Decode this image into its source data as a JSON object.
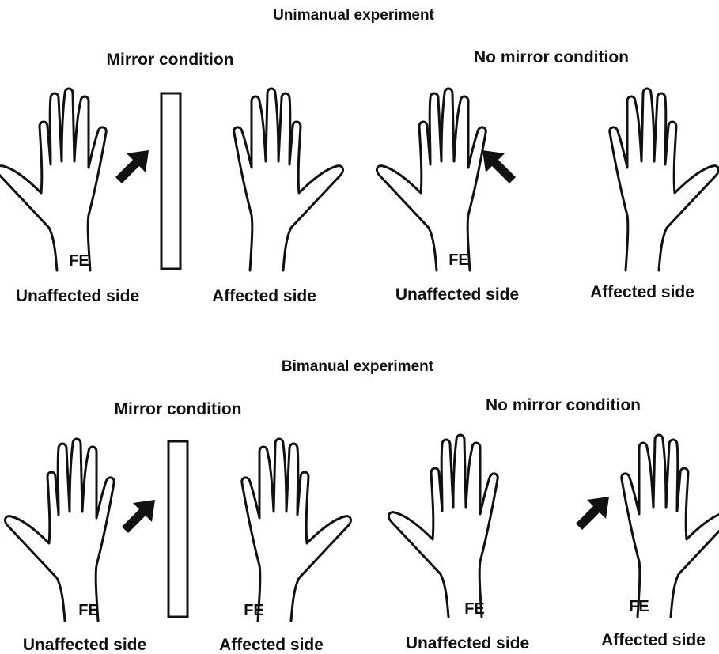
{
  "sections": [
    {
      "title": "Unimanual experiment",
      "conditions": [
        {
          "title": "Mirror condition",
          "mirror": true,
          "left_hand": {
            "label": "Unaffected side",
            "tag": "FE",
            "arrow": true
          },
          "right_hand": {
            "label": "Affected side",
            "tag": "",
            "arrow": false
          }
        },
        {
          "title": "No mirror condition",
          "mirror": false,
          "left_hand": {
            "label": "Unaffected side",
            "tag": "FE",
            "arrow": true
          },
          "right_hand": {
            "label": "Affected side",
            "tag": "",
            "arrow": false
          }
        }
      ]
    },
    {
      "title": "Bimanual experiment",
      "conditions": [
        {
          "title": "Mirror condition",
          "mirror": true,
          "left_hand": {
            "label": "Unaffected side",
            "tag": "FE",
            "arrow": true
          },
          "right_hand": {
            "label": "Affected side",
            "tag": "FE",
            "arrow": false
          }
        },
        {
          "title": "No mirror condition",
          "mirror": false,
          "left_hand": {
            "label": "Unaffected side",
            "tag": "FE",
            "arrow": false
          },
          "right_hand": {
            "label": "Affected side",
            "tag": "FE",
            "arrow": true
          }
        }
      ]
    }
  ]
}
